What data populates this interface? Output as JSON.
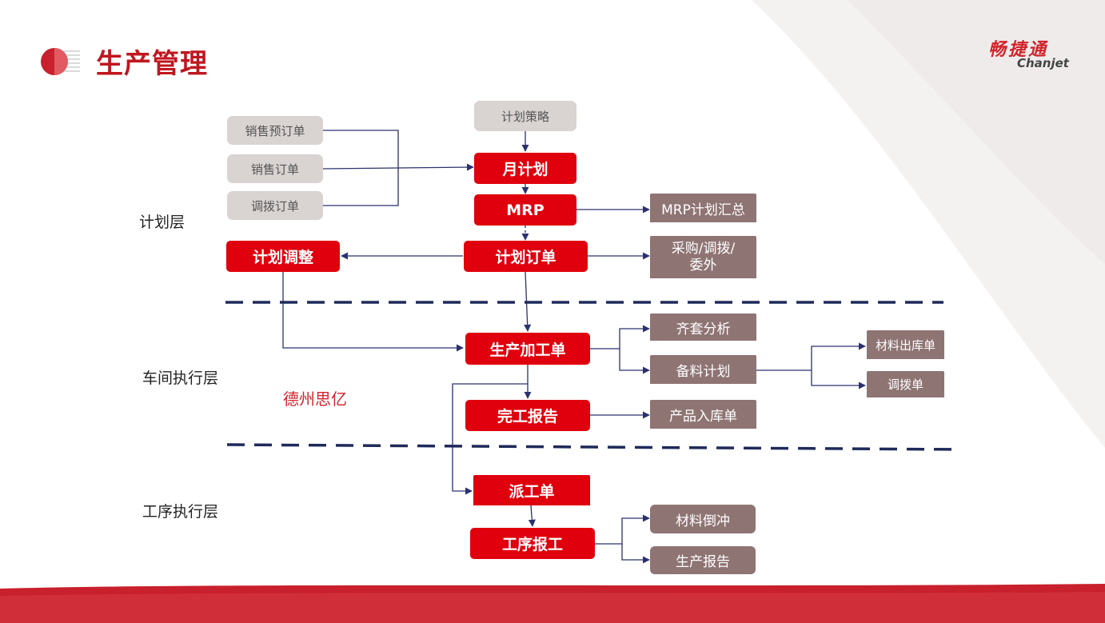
{
  "header": {
    "title": "生产管理",
    "brand_cn": "畅捷通",
    "brand_en": "Chanjet"
  },
  "layers": {
    "plan": "计划层",
    "workshop": "车间执行层",
    "process": "工序执行层"
  },
  "watermark": "德州思亿",
  "inputs": {
    "sales_forecast": "销售预订单",
    "sales_order": "销售订单",
    "transfer_order": "调拨订单",
    "plan_strategy": "计划策略"
  },
  "nodes": {
    "monthly_plan": "月计划",
    "mrp": "MRP",
    "plan_order": "计划订单",
    "plan_adjust": "计划调整",
    "production_order": "生产加工单",
    "completion_report": "完工报告",
    "dispatch_order": "派工单",
    "process_report": "工序报工"
  },
  "outputs": {
    "mrp_summary": "MRP计划汇总",
    "purchase_line1": "采购/调拨/",
    "purchase_line2": "委外",
    "kit_analysis": "齐套分析",
    "material_plan": "备料计划",
    "material_issue": "材料出库单",
    "transfer_doc": "调拨单",
    "product_receipt": "产品入库单",
    "backflush": "材料倒冲",
    "production_report": "生产报告"
  },
  "colors": {
    "primary_red": "#e0000d",
    "title_red": "#c0161f",
    "output_brown": "#8f7474",
    "input_gray": "#d9d3d2",
    "divider_navy": "#1f2a5a",
    "bottom_band": "#c8202c"
  },
  "icons": {
    "logo": "striped-circle-icon"
  }
}
